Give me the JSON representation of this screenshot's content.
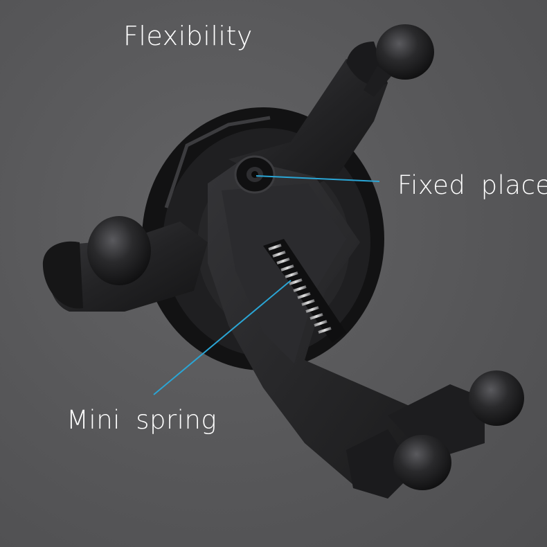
{
  "labels": {
    "flexibility": "Flexibility",
    "fixed_place": "Fixed place",
    "mini_spring": "Mini spring"
  },
  "colors": {
    "background": "#58585a",
    "callout_line": "#2aa6d6",
    "label_text": "#ffffff",
    "holder_body": "#1c1c1e"
  }
}
